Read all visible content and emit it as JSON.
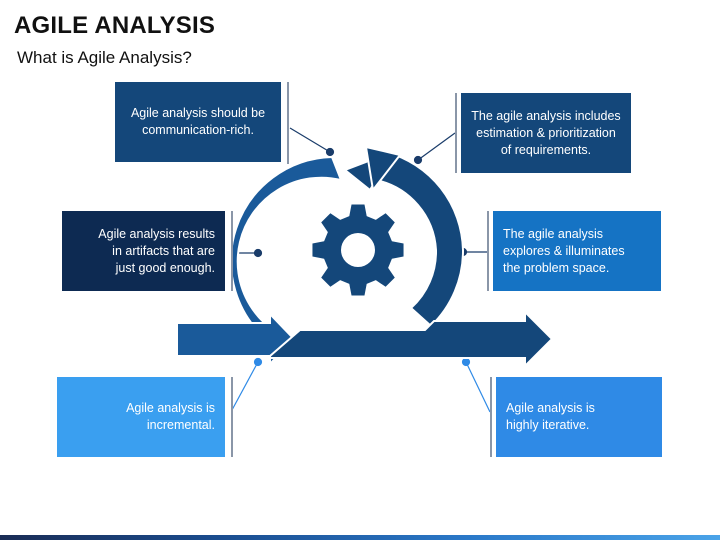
{
  "header": {
    "title": "AGILE ANALYSIS",
    "subtitle": "What is Agile Analysis?"
  },
  "boxes": {
    "top_left": "Agile analysis should be\ncommunication-rich.",
    "top_right": "The agile analysis includes\nestimation & prioritization\nof requirements.",
    "mid_left": "Agile analysis results\nin artifacts that are\njust good enough.",
    "mid_right": "The agile analysis\nexplores & illuminates\nthe problem space.",
    "bottom_left": "Agile analysis is\nincremental.",
    "bottom_right": "Agile analysis is\nhighly iterative."
  },
  "colors": {
    "dark_navy": "#0d2a52",
    "navy": "#14477a",
    "blue": "#1a5a9a",
    "mid_blue": "#1573c4",
    "light_blue": "#3a9ff0",
    "sky_blue": "#2f8ae6",
    "gear": "#14477a"
  },
  "icons": {
    "gear": "gear-icon",
    "cycle": "cycle-arrow-icon",
    "arrow": "right-arrow-icon"
  }
}
